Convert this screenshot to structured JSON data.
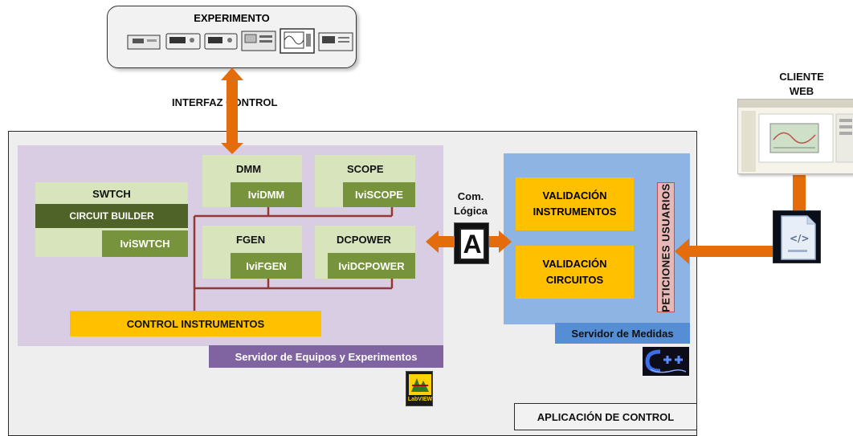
{
  "experiment": {
    "title": "EXPERIMENTO",
    "instruments": [
      "power-supply-icon",
      "multimeter-icon",
      "multimeter-icon",
      "function-generator-icon",
      "oscilloscope-icon",
      "switch-matrix-icon"
    ]
  },
  "interface_label": "INTERFAZ CONTROL",
  "client": {
    "label_line1": "CLIENTE",
    "label_line2": "WEB",
    "screen_icon": "web-client-screenshot-icon",
    "file_icon": "web-document-icon"
  },
  "equipment_server": {
    "label": "Servidor de Equipos y Experimentos",
    "swtch": {
      "title": "SWTCH",
      "builder": "CIRCUIT BUILDER",
      "driver": "IviSWTCH"
    },
    "dmm": {
      "title": "DMM",
      "driver": "IviDMM"
    },
    "scope": {
      "title": "SCOPE",
      "driver": "IviSCOPE"
    },
    "fgen": {
      "title": "FGEN",
      "driver": "IviFGEN"
    },
    "dcpower": {
      "title": "DCPOWER",
      "driver": "IviDCPOWER"
    },
    "control": "CONTROL INSTRUMENTOS",
    "logo_icon": "labview-logo",
    "logo_text": "LabVIEW"
  },
  "com_logic": {
    "line1": "Com.",
    "line2": "Lógica",
    "icon": "logic-a-icon",
    "letter": "A"
  },
  "measurement_server": {
    "label": "Servidor de Medidas",
    "valid_instr_1": "VALIDACIÓN",
    "valid_instr_2": "INSTRUMENTOS",
    "valid_circ_1": "VALIDACIÓN",
    "valid_circ_2": "CIRCUITOS",
    "requests": "PETICIONES USUARIOS",
    "logo_icon": "cpp-logo"
  },
  "app_label": "APLICACIÓN DE CONTROL",
  "colors": {
    "arrow": "#e46c0a",
    "wire": "#953735",
    "purple_panel": "#d9cde3",
    "blue_panel": "#8db4e2",
    "yellow": "#ffc000",
    "green_dark": "#77933c"
  }
}
